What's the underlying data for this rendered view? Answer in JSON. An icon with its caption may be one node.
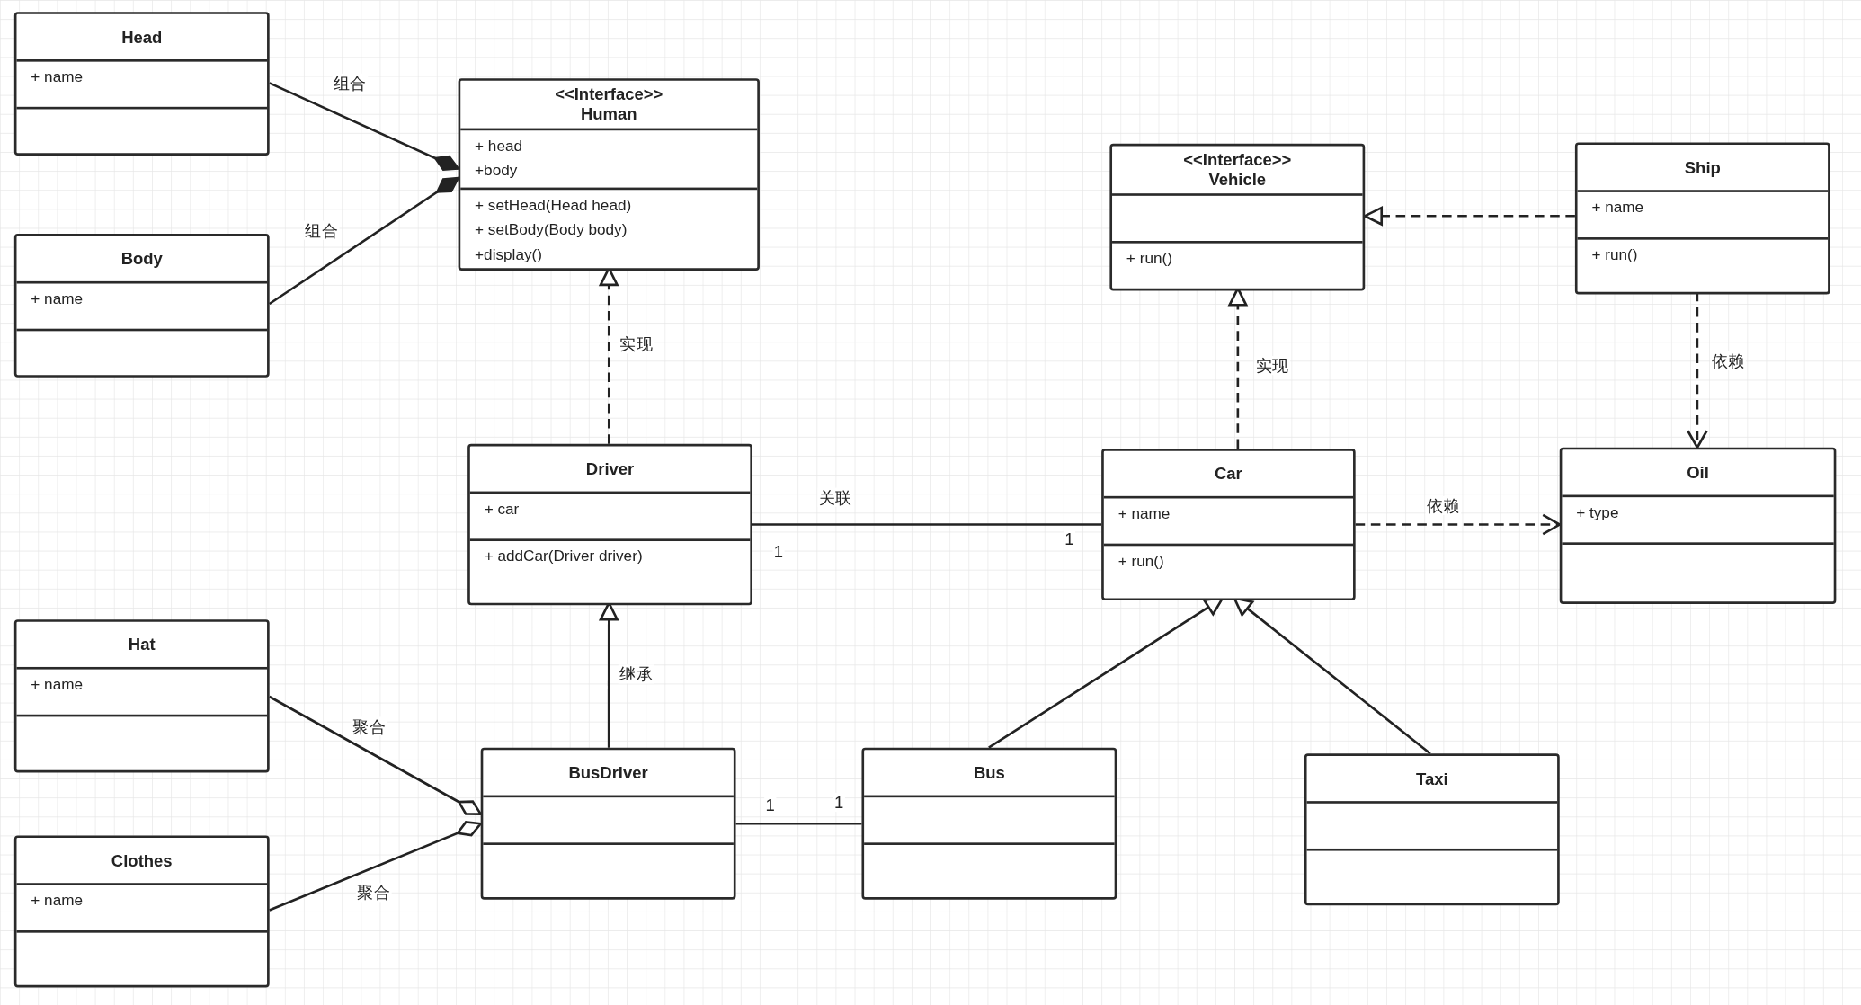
{
  "diagram": {
    "nodes": [
      {
        "text": [
          "Head",
          "+ name"
        ]
      },
      {
        "text": [
          "Body",
          "+ name"
        ]
      },
      {
        "text": [
          "<<Interface>> Human",
          "+ head",
          "+body",
          "+ setHead(Head head)",
          "+ setBody(Body body)",
          "+display()"
        ]
      },
      {
        "text": [
          "<<Interface>> Vehicle",
          "+ run()"
        ]
      },
      {
        "text": [
          "Ship",
          "+ name",
          "+ run()"
        ]
      },
      {
        "text": [
          "Driver",
          "+ car",
          "+ addCar(Driver driver)"
        ]
      },
      {
        "text": [
          "Car",
          "+ name",
          "+ run()"
        ]
      },
      {
        "text": [
          "Oil",
          "+ type"
        ]
      },
      {
        "text": [
          "Hat",
          "+ name"
        ]
      },
      {
        "text": [
          "BusDriver"
        ]
      },
      {
        "text": [
          "Bus"
        ]
      },
      {
        "text": [
          "Taxi"
        ]
      },
      {
        "text": [
          "Clothes",
          "+ name"
        ]
      }
    ],
    "edges": [
      {
        "from": 0,
        "to": 2,
        "arrow": "other",
        "label": "组合"
      },
      {
        "from": 1,
        "to": 2,
        "arrow": "other",
        "label": "组合"
      },
      {
        "from": 5,
        "to": 2,
        "arrow": "to",
        "style": "dashed",
        "label": "实现"
      },
      {
        "from": 4,
        "to": 3,
        "arrow": "to",
        "style": "dashed"
      },
      {
        "from": 6,
        "to": 3,
        "arrow": "to",
        "style": "dashed",
        "label": "实现"
      },
      {
        "from": 4,
        "to": 7,
        "arrow": "to",
        "style": "dashed",
        "label": "依赖"
      },
      {
        "from": 5,
        "to": 6,
        "arrow": "none",
        "label": "关联"
      },
      {
        "from": 6,
        "to": 7,
        "arrow": "to",
        "style": "dashed",
        "label": "依赖"
      },
      {
        "from": 9,
        "to": 5,
        "arrow": "to",
        "label": "继承"
      },
      {
        "from": 10,
        "to": 6,
        "arrow": "to"
      },
      {
        "from": 11,
        "to": 6,
        "arrow": "to"
      },
      {
        "from": 8,
        "to": 9,
        "arrow": "other",
        "label": "聚合"
      },
      {
        "from": 12,
        "to": 9,
        "arrow": "other",
        "label": "聚合"
      },
      {
        "from": 9,
        "to": 10,
        "arrow": "none"
      }
    ],
    "labels": [
      "1",
      "1",
      "1",
      "1"
    ]
  }
}
